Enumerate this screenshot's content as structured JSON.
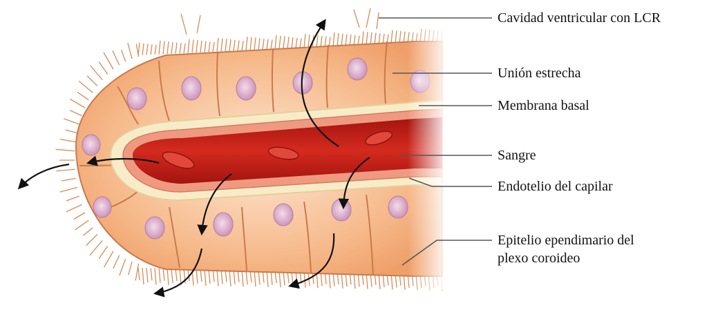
{
  "diagram": {
    "labels": {
      "ventricular_cavity": "Cavidad ventricular con LCR",
      "tight_junction": "Unión estrecha",
      "basal_membrane": "Membrana basal",
      "blood": "Sangre",
      "capillary_endothelium": "Endotelio del capilar",
      "ependymal_epithelium_line1": "Epitelio ependimario del",
      "ependymal_epithelium_line2": "plexo coroideo"
    },
    "colors": {
      "cell_fill": "#f6b98a",
      "cell_outline": "#c97a4a",
      "nucleus": "#d9a6c4",
      "basal_membrane": "#f8ecc8",
      "endothelium": "#ef9a80",
      "blood": "#c4231b",
      "rbc": "#d8392c",
      "arrow": "#111111",
      "leader": "#555555"
    }
  }
}
